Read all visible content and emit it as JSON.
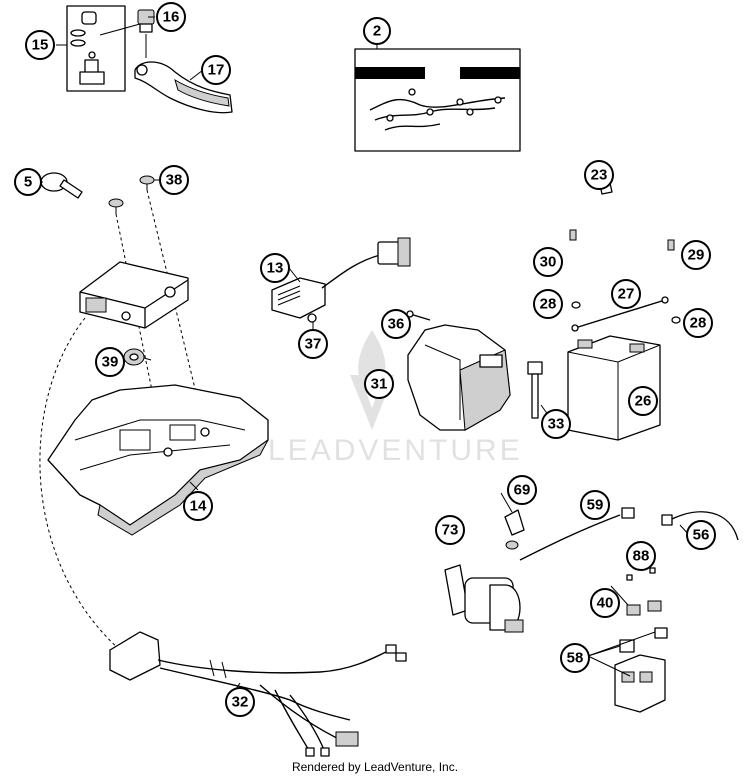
{
  "diagram": {
    "callouts": [
      {
        "id": "2",
        "label": "2"
      },
      {
        "id": "5",
        "label": "5"
      },
      {
        "id": "13",
        "label": "13"
      },
      {
        "id": "14",
        "label": "14"
      },
      {
        "id": "15",
        "label": "15"
      },
      {
        "id": "16",
        "label": "16"
      },
      {
        "id": "17",
        "label": "17"
      },
      {
        "id": "23",
        "label": "23"
      },
      {
        "id": "26",
        "label": "26"
      },
      {
        "id": "27",
        "label": "27"
      },
      {
        "id": "28a",
        "label": "28"
      },
      {
        "id": "28b",
        "label": "28"
      },
      {
        "id": "29",
        "label": "29"
      },
      {
        "id": "30",
        "label": "30"
      },
      {
        "id": "31",
        "label": "31"
      },
      {
        "id": "32",
        "label": "32"
      },
      {
        "id": "33",
        "label": "33"
      },
      {
        "id": "36",
        "label": "36"
      },
      {
        "id": "37",
        "label": "37"
      },
      {
        "id": "38",
        "label": "38"
      },
      {
        "id": "39",
        "label": "39"
      },
      {
        "id": "40",
        "label": "40"
      },
      {
        "id": "56",
        "label": "56"
      },
      {
        "id": "58",
        "label": "58"
      },
      {
        "id": "59",
        "label": "59"
      },
      {
        "id": "69",
        "label": "69"
      },
      {
        "id": "73",
        "label": "73"
      },
      {
        "id": "88",
        "label": "88"
      }
    ],
    "watermark": "LEADVENTURE",
    "footer": "Rendered by LeadVenture, Inc."
  }
}
